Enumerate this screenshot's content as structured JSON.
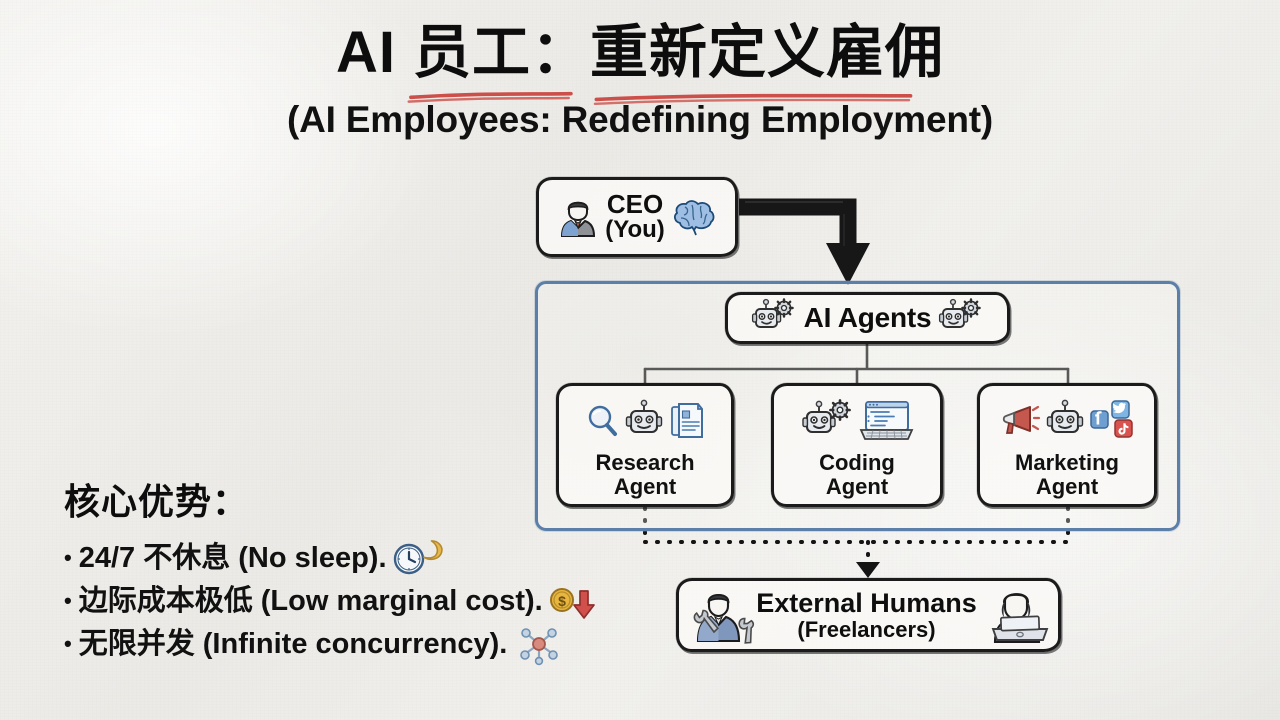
{
  "page": {
    "background_color": "#efeeeb",
    "accent_blue": "#5b7fa8",
    "accent_red": "#c9413c",
    "ink": "#111111"
  },
  "title": {
    "main_cn": "AI 员工：重新定义雇佣",
    "subtitle_en": "(AI Employees: Redefining Employment)",
    "underline_color": "#c9413c"
  },
  "diagram": {
    "ceo": {
      "line1": "CEO",
      "line2": "(You)",
      "icons": [
        "businessman-avatar-icon",
        "brain-icon"
      ]
    },
    "container": {
      "label": "ai-agents-container",
      "border_color": "#5b7fa8"
    },
    "ai_agents_header": {
      "label": "AI Agents",
      "icons": [
        "robot-gear-icon",
        "robot-gear-icon"
      ]
    },
    "agents": [
      {
        "id": "research-agent",
        "line1": "Research",
        "line2": "Agent",
        "icons": [
          "magnifier-icon",
          "robot-icon",
          "documents-icon"
        ]
      },
      {
        "id": "coding-agent",
        "line1": "Coding",
        "line2": "Agent",
        "icons": [
          "robot-gear-icon",
          "laptop-code-icon"
        ]
      },
      {
        "id": "marketing-agent",
        "line1": "Marketing",
        "line2": "Agent",
        "icons": [
          "megaphone-icon",
          "robot-icon",
          "social-media-icons"
        ]
      }
    ],
    "external_humans": {
      "line1": "External Humans",
      "line2": "(Freelancers)",
      "icons": [
        "worker-wrench-icon",
        "woman-laptop-icon"
      ]
    },
    "connectors": [
      {
        "from": "ceo",
        "to": "ai-agents-container",
        "style": "thick-black-elbow-arrow"
      },
      {
        "from": "ai-agents",
        "to": "agent-cards",
        "style": "thin-black-tree"
      },
      {
        "from": "agent-cards",
        "to": "external-humans",
        "style": "dotted-arrow"
      }
    ]
  },
  "advantages": {
    "heading": "核心优势：",
    "items": [
      {
        "bullet": "•",
        "text": "24/7 不休息 (No sleep).",
        "icons": [
          "clock-icon",
          "crescent-moon-icon"
        ]
      },
      {
        "bullet": "•",
        "text": "边际成本极低 (Low marginal cost).",
        "icons": [
          "dollar-coin-icon",
          "red-down-arrow-icon"
        ]
      },
      {
        "bullet": "•",
        "text": "无限并发 (Infinite concurrency).",
        "icons": [
          "network-nodes-icon"
        ]
      }
    ]
  }
}
